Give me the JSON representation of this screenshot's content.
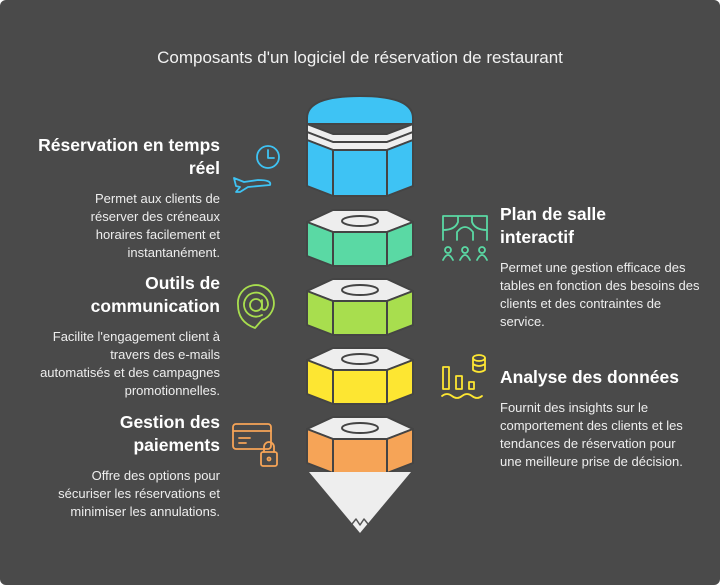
{
  "title": "Composants d'un logiciel de réservation de restaurant",
  "items": [
    {
      "heading": "Réservation en temps réel",
      "text": "Permet aux clients de réserver des créneaux horaires facilement et instantanément.",
      "icon": "airplane-clock-icon",
      "color": "#3ec3f4"
    },
    {
      "heading": "Plan de salle interactif",
      "text": "Permet une gestion efficace des tables en fonction des besoins des clients et des contraintes de service.",
      "icon": "floor-plan-icon",
      "color": "#5ad9a4"
    },
    {
      "heading": "Outils de communication",
      "text": "Facilite l'engagement client à travers des e-mails automatisés et des campagnes promotionnelles.",
      "icon": "at-chat-icon",
      "color": "#a8de4e"
    },
    {
      "heading": "Analyse des données",
      "text": "Fournit des insights sur le comportement des clients et les tendances de réservation pour une meilleure prise de décision.",
      "icon": "chart-database-icon",
      "color": "#fde632"
    },
    {
      "heading": "Gestion des paiements",
      "text": "Offre des options pour sécuriser les réservations et minimiser les annulations.",
      "icon": "card-lock-icon",
      "color": "#f6a457"
    }
  ]
}
